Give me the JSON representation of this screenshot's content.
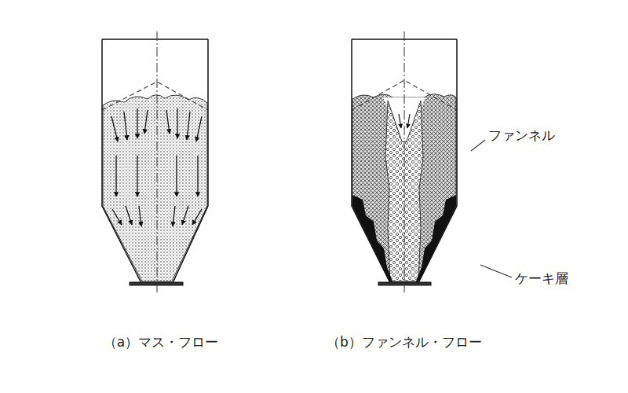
{
  "diagram": {
    "labels": [
      "ファンネル",
      "ケーキ層",
      "（a）マス・フロー",
      "（b）ファンネル・フロー"
    ]
  }
}
